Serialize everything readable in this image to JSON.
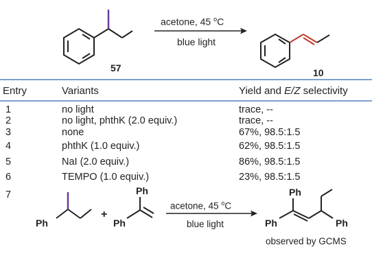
{
  "top_scheme": {
    "conditions_top": "acetone, 45 ",
    "degree_sup": "o",
    "degree_unit": "C",
    "conditions_bottom": "blue light",
    "reactant_label": "57",
    "product_label": "10",
    "colors": {
      "iodine": "#6a3d9a",
      "product_bond": "#c0392b",
      "bonds": "#222222"
    }
  },
  "table": {
    "header": {
      "entry": "Entry",
      "variants": "Variants",
      "yield_prefix": "Yield and ",
      "yield_em": "E/Z",
      "yield_suffix": " selectivity"
    },
    "rows": [
      {
        "entry": "1",
        "variant": "no light",
        "yield": "trace, --"
      },
      {
        "entry": "2",
        "variant": "no light, phthK (2.0 equiv.)",
        "yield": "trace, --"
      },
      {
        "entry": "3",
        "variant": "none",
        "yield": "67%, 98.5:1.5"
      },
      {
        "entry": "4",
        "variant": "phthK (1.0 equiv.)",
        "yield": "62%, 98.5:1.5"
      },
      {
        "entry": "5",
        "variant": "NaI (2.0 equiv.)",
        "yield": "86%, 98.5:1.5"
      },
      {
        "entry": "6",
        "variant": "TEMPO (1.0 equiv.)",
        "yield": "23%, 98.5:1.5"
      }
    ],
    "rule_color": "#7f9fca"
  },
  "entry7": {
    "entry": "7",
    "conditions_top": "acetone, 45 ",
    "degree_sup": "o",
    "degree_unit": "C",
    "conditions_bottom": "blue light",
    "plus": "+",
    "ph": "Ph",
    "note": "observed by GCMS"
  }
}
